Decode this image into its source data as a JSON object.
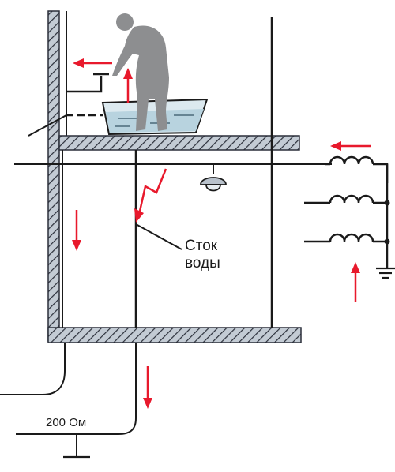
{
  "labels": {
    "drain_line1": "Сток",
    "drain_line2": "воды",
    "resistance": "200 Ом"
  },
  "icons": [
    "person-figure",
    "lamp-icon",
    "transformer-coil-icon",
    "ground-symbol-icon",
    "lightning-bolt-icon"
  ],
  "colors": {
    "structure_line": "#1a1a1a",
    "wall_fill": "#b9c2cc",
    "wall_outline": "#2b2f3a",
    "water_fill": "#d4e6ee",
    "person_fill": "#8d8e90",
    "current_arrow": "#e8192c"
  }
}
